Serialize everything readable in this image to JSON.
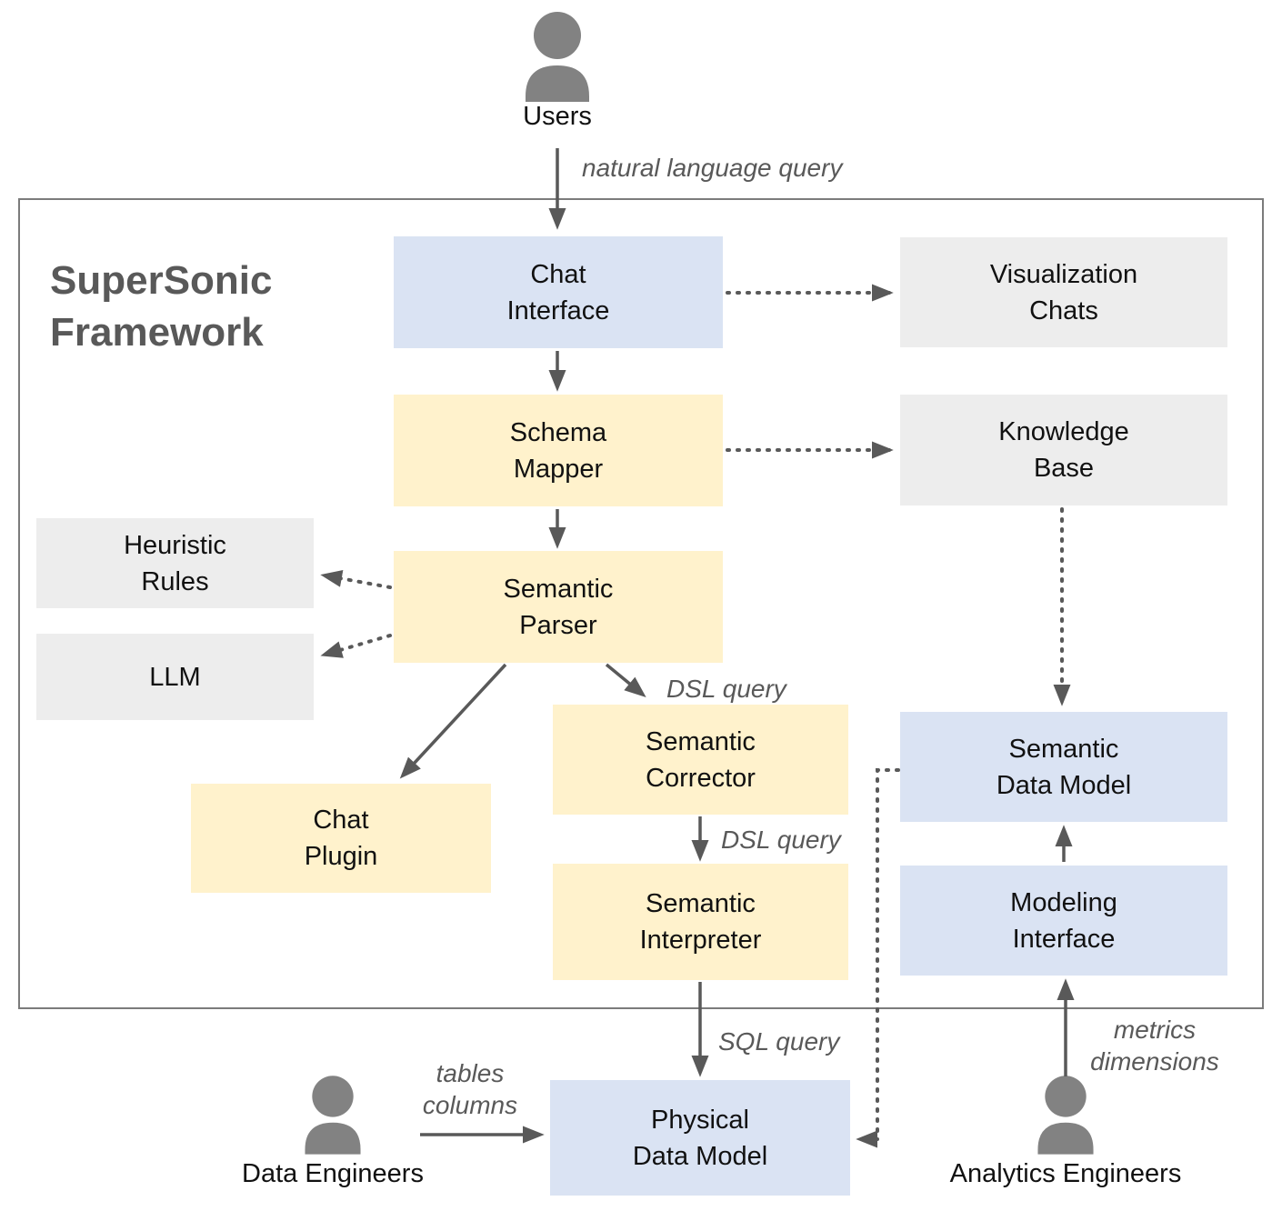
{
  "diagram": {
    "title": "SuperSonic\nFramework"
  },
  "actors": {
    "users": {
      "label": "Users"
    },
    "data_engineers": {
      "label": "Data Engineers"
    },
    "analytics_engineers": {
      "label": "Analytics Engineers"
    }
  },
  "nodes": {
    "chat_interface": {
      "label": "Chat\nInterface",
      "type": "blue"
    },
    "visualization_chats": {
      "label": "Visualization\nChats",
      "type": "gray"
    },
    "schema_mapper": {
      "label": "Schema\nMapper",
      "type": "yellow"
    },
    "knowledge_base": {
      "label": "Knowledge\nBase",
      "type": "gray"
    },
    "semantic_parser": {
      "label": "Semantic\nParser",
      "type": "yellow"
    },
    "heuristic_rules": {
      "label": "Heuristic\nRules",
      "type": "gray"
    },
    "llm": {
      "label": "LLM",
      "type": "gray"
    },
    "chat_plugin": {
      "label": "Chat\nPlugin",
      "type": "yellow"
    },
    "semantic_corrector": {
      "label": "Semantic\nCorrector",
      "type": "yellow"
    },
    "semantic_interpreter": {
      "label": "Semantic\nInterpreter",
      "type": "yellow"
    },
    "semantic_data_model": {
      "label": "Semantic\nData Model",
      "type": "blue"
    },
    "modeling_interface": {
      "label": "Modeling\nInterface",
      "type": "blue"
    },
    "physical_data_model": {
      "label": "Physical\nData Model",
      "type": "blue"
    }
  },
  "edge_labels": {
    "natural_language_query": "natural language query",
    "dsl_query_parser_to_corrector": "DSL query",
    "dsl_query_corrector_to_interpreter": "DSL query",
    "sql_query": "SQL query",
    "tables_columns": "tables\ncolumns",
    "metrics_dimensions": "metrics\ndimensions"
  },
  "colors": {
    "blue_box": "#dae3f3",
    "yellow_box": "#fff2cc",
    "gray_box": "#ededed",
    "arrow": "#595959",
    "frame_border": "#7b7b7b",
    "person": "#828282"
  }
}
